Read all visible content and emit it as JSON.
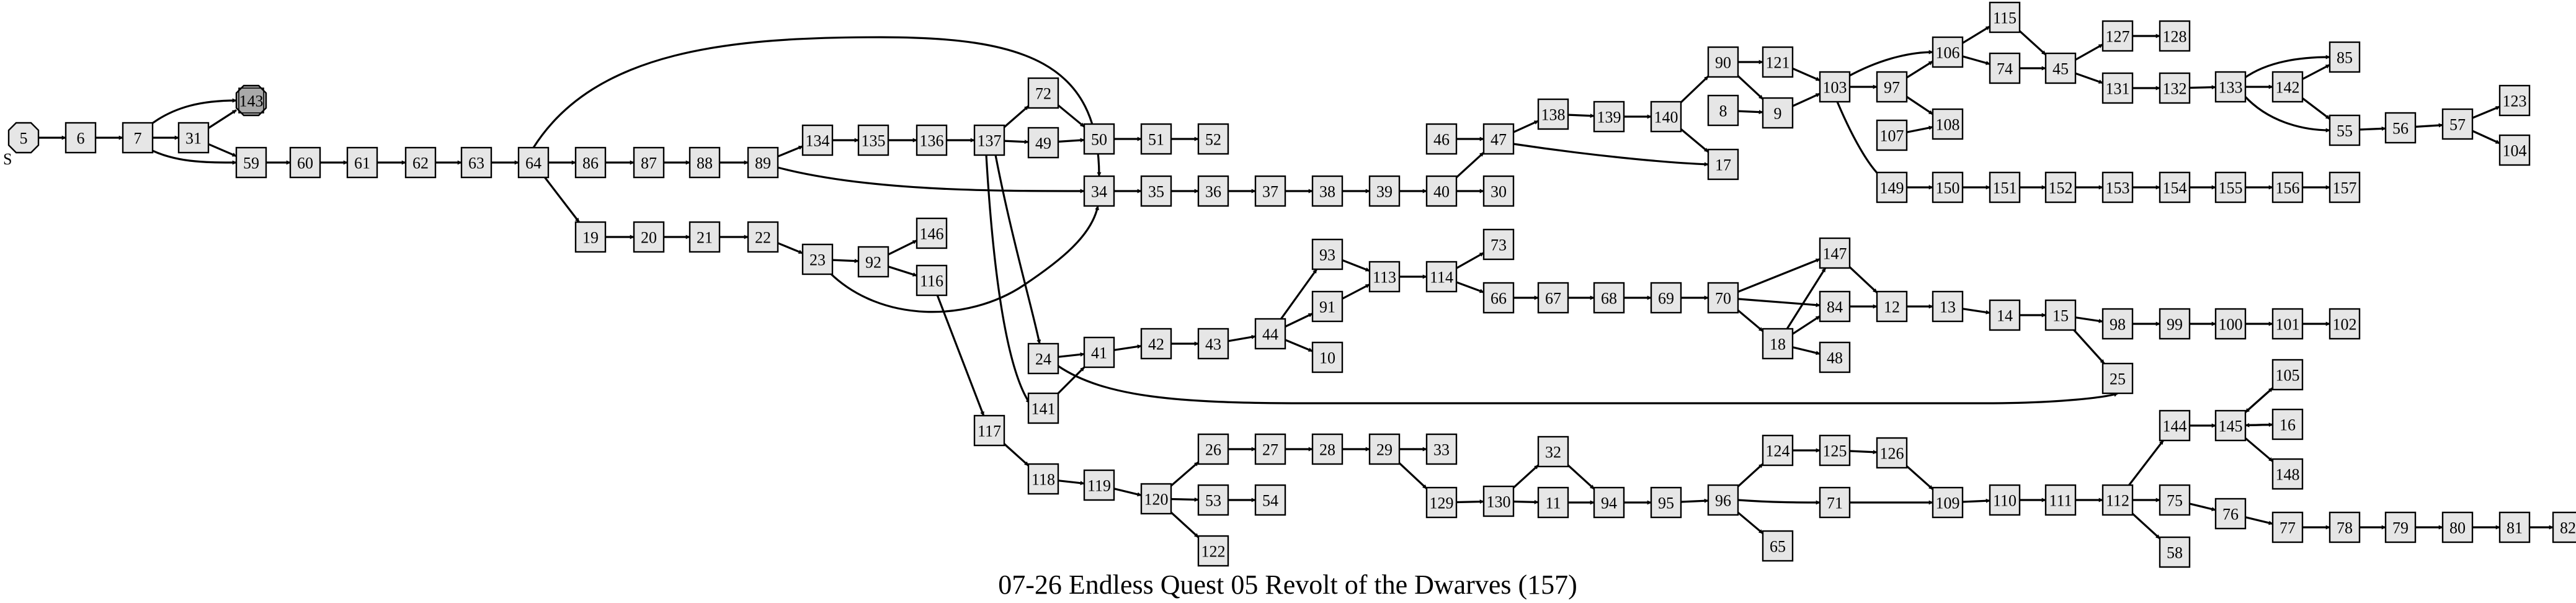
{
  "caption": "07-26 Endless Quest 05 Revolt of the Dwarves (157)",
  "start_label": "S",
  "colors": {
    "node_fill": "#e6e6e6",
    "end_fill": "#a9a9a9",
    "stroke": "#000000"
  },
  "nodes": [
    {
      "id": "5",
      "label": "5",
      "shape": "start"
    },
    {
      "id": "6",
      "label": "6"
    },
    {
      "id": "7",
      "label": "7"
    },
    {
      "id": "31",
      "label": "31"
    },
    {
      "id": "143",
      "label": "143",
      "shape": "end"
    },
    {
      "id": "59",
      "label": "59"
    },
    {
      "id": "60",
      "label": "60"
    },
    {
      "id": "61",
      "label": "61"
    },
    {
      "id": "62",
      "label": "62"
    },
    {
      "id": "63",
      "label": "63"
    },
    {
      "id": "64",
      "label": "64"
    },
    {
      "id": "86",
      "label": "86"
    },
    {
      "id": "87",
      "label": "87"
    },
    {
      "id": "88",
      "label": "88"
    },
    {
      "id": "89",
      "label": "89"
    },
    {
      "id": "134",
      "label": "134"
    },
    {
      "id": "135",
      "label": "135"
    },
    {
      "id": "136",
      "label": "136"
    },
    {
      "id": "137",
      "label": "137"
    },
    {
      "id": "72",
      "label": "72"
    },
    {
      "id": "49",
      "label": "49"
    },
    {
      "id": "50",
      "label": "50"
    },
    {
      "id": "51",
      "label": "51"
    },
    {
      "id": "52",
      "label": "52"
    },
    {
      "id": "34",
      "label": "34"
    },
    {
      "id": "35",
      "label": "35"
    },
    {
      "id": "36",
      "label": "36"
    },
    {
      "id": "37",
      "label": "37"
    },
    {
      "id": "38",
      "label": "38"
    },
    {
      "id": "39",
      "label": "39"
    },
    {
      "id": "40",
      "label": "40"
    },
    {
      "id": "30",
      "label": "30"
    },
    {
      "id": "46",
      "label": "46"
    },
    {
      "id": "47",
      "label": "47"
    },
    {
      "id": "138",
      "label": "138"
    },
    {
      "id": "139",
      "label": "139"
    },
    {
      "id": "140",
      "label": "140"
    },
    {
      "id": "17",
      "label": "17"
    },
    {
      "id": "90",
      "label": "90"
    },
    {
      "id": "8",
      "label": "8"
    },
    {
      "id": "121",
      "label": "121"
    },
    {
      "id": "9",
      "label": "9"
    },
    {
      "id": "103",
      "label": "103"
    },
    {
      "id": "97",
      "label": "97"
    },
    {
      "id": "106",
      "label": "106"
    },
    {
      "id": "115",
      "label": "115"
    },
    {
      "id": "74",
      "label": "74"
    },
    {
      "id": "45",
      "label": "45"
    },
    {
      "id": "127",
      "label": "127"
    },
    {
      "id": "128",
      "label": "128"
    },
    {
      "id": "131",
      "label": "131"
    },
    {
      "id": "132",
      "label": "132"
    },
    {
      "id": "133",
      "label": "133"
    },
    {
      "id": "142",
      "label": "142"
    },
    {
      "id": "85",
      "label": "85"
    },
    {
      "id": "55",
      "label": "55"
    },
    {
      "id": "56",
      "label": "56"
    },
    {
      "id": "57",
      "label": "57"
    },
    {
      "id": "123",
      "label": "123"
    },
    {
      "id": "104",
      "label": "104"
    },
    {
      "id": "107",
      "label": "107"
    },
    {
      "id": "108",
      "label": "108"
    },
    {
      "id": "149",
      "label": "149"
    },
    {
      "id": "150",
      "label": "150"
    },
    {
      "id": "151",
      "label": "151"
    },
    {
      "id": "152",
      "label": "152"
    },
    {
      "id": "153",
      "label": "153"
    },
    {
      "id": "154",
      "label": "154"
    },
    {
      "id": "155",
      "label": "155"
    },
    {
      "id": "156",
      "label": "156"
    },
    {
      "id": "157",
      "label": "157"
    },
    {
      "id": "19",
      "label": "19"
    },
    {
      "id": "20",
      "label": "20"
    },
    {
      "id": "21",
      "label": "21"
    },
    {
      "id": "22",
      "label": "22"
    },
    {
      "id": "23",
      "label": "23"
    },
    {
      "id": "92",
      "label": "92"
    },
    {
      "id": "146",
      "label": "146"
    },
    {
      "id": "116",
      "label": "116"
    },
    {
      "id": "24",
      "label": "24"
    },
    {
      "id": "141",
      "label": "141"
    },
    {
      "id": "41",
      "label": "41"
    },
    {
      "id": "42",
      "label": "42"
    },
    {
      "id": "43",
      "label": "43"
    },
    {
      "id": "44",
      "label": "44"
    },
    {
      "id": "93",
      "label": "93"
    },
    {
      "id": "91",
      "label": "91"
    },
    {
      "id": "10",
      "label": "10"
    },
    {
      "id": "113",
      "label": "113"
    },
    {
      "id": "114",
      "label": "114"
    },
    {
      "id": "73",
      "label": "73"
    },
    {
      "id": "66",
      "label": "66"
    },
    {
      "id": "67",
      "label": "67"
    },
    {
      "id": "68",
      "label": "68"
    },
    {
      "id": "69",
      "label": "69"
    },
    {
      "id": "70",
      "label": "70"
    },
    {
      "id": "147",
      "label": "147"
    },
    {
      "id": "84",
      "label": "84"
    },
    {
      "id": "18",
      "label": "18"
    },
    {
      "id": "48",
      "label": "48"
    },
    {
      "id": "12",
      "label": "12"
    },
    {
      "id": "13",
      "label": "13"
    },
    {
      "id": "14",
      "label": "14"
    },
    {
      "id": "15",
      "label": "15"
    },
    {
      "id": "25",
      "label": "25"
    },
    {
      "id": "98",
      "label": "98"
    },
    {
      "id": "99",
      "label": "99"
    },
    {
      "id": "100",
      "label": "100"
    },
    {
      "id": "101",
      "label": "101"
    },
    {
      "id": "102",
      "label": "102"
    },
    {
      "id": "117",
      "label": "117"
    },
    {
      "id": "118",
      "label": "118"
    },
    {
      "id": "119",
      "label": "119"
    },
    {
      "id": "120",
      "label": "120"
    },
    {
      "id": "26",
      "label": "26"
    },
    {
      "id": "27",
      "label": "27"
    },
    {
      "id": "28",
      "label": "28"
    },
    {
      "id": "29",
      "label": "29"
    },
    {
      "id": "33",
      "label": "33"
    },
    {
      "id": "53",
      "label": "53"
    },
    {
      "id": "54",
      "label": "54"
    },
    {
      "id": "122",
      "label": "122"
    },
    {
      "id": "129",
      "label": "129"
    },
    {
      "id": "130",
      "label": "130"
    },
    {
      "id": "32",
      "label": "32"
    },
    {
      "id": "11",
      "label": "11"
    },
    {
      "id": "94",
      "label": "94"
    },
    {
      "id": "95",
      "label": "95"
    },
    {
      "id": "96",
      "label": "96"
    },
    {
      "id": "124",
      "label": "124"
    },
    {
      "id": "125",
      "label": "125"
    },
    {
      "id": "126",
      "label": "126"
    },
    {
      "id": "71",
      "label": "71"
    },
    {
      "id": "65",
      "label": "65"
    },
    {
      "id": "109",
      "label": "109"
    },
    {
      "id": "110",
      "label": "110"
    },
    {
      "id": "111",
      "label": "111"
    },
    {
      "id": "112",
      "label": "112"
    },
    {
      "id": "144",
      "label": "144"
    },
    {
      "id": "145",
      "label": "145"
    },
    {
      "id": "105",
      "label": "105"
    },
    {
      "id": "16",
      "label": "16"
    },
    {
      "id": "148",
      "label": "148"
    },
    {
      "id": "75",
      "label": "75"
    },
    {
      "id": "58",
      "label": "58"
    },
    {
      "id": "76",
      "label": "76"
    },
    {
      "id": "77",
      "label": "77"
    },
    {
      "id": "78",
      "label": "78"
    },
    {
      "id": "79",
      "label": "79"
    },
    {
      "id": "80",
      "label": "80"
    },
    {
      "id": "81",
      "label": "81"
    },
    {
      "id": "82",
      "label": "82"
    }
  ],
  "edges": [
    [
      "5",
      "6"
    ],
    [
      "6",
      "7"
    ],
    [
      "7",
      "31"
    ],
    [
      "7",
      "143"
    ],
    [
      "7",
      "59"
    ],
    [
      "31",
      "143"
    ],
    [
      "31",
      "59"
    ],
    [
      "59",
      "60"
    ],
    [
      "60",
      "61"
    ],
    [
      "61",
      "62"
    ],
    [
      "62",
      "63"
    ],
    [
      "63",
      "64"
    ],
    [
      "64",
      "86"
    ],
    [
      "64",
      "34"
    ],
    [
      "64",
      "19"
    ],
    [
      "86",
      "87"
    ],
    [
      "87",
      "88"
    ],
    [
      "88",
      "89"
    ],
    [
      "89",
      "134"
    ],
    [
      "89",
      "34"
    ],
    [
      "134",
      "135"
    ],
    [
      "135",
      "136"
    ],
    [
      "136",
      "137"
    ],
    [
      "137",
      "72"
    ],
    [
      "137",
      "49"
    ],
    [
      "137",
      "24"
    ],
    [
      "137",
      "141"
    ],
    [
      "72",
      "50"
    ],
    [
      "49",
      "50"
    ],
    [
      "50",
      "51"
    ],
    [
      "51",
      "52"
    ],
    [
      "34",
      "35"
    ],
    [
      "35",
      "36"
    ],
    [
      "36",
      "37"
    ],
    [
      "37",
      "38"
    ],
    [
      "38",
      "39"
    ],
    [
      "39",
      "40"
    ],
    [
      "40",
      "47"
    ],
    [
      "40",
      "30"
    ],
    [
      "46",
      "47"
    ],
    [
      "47",
      "138"
    ],
    [
      "47",
      "17"
    ],
    [
      "138",
      "139"
    ],
    [
      "139",
      "140"
    ],
    [
      "140",
      "90"
    ],
    [
      "140",
      "17"
    ],
    [
      "90",
      "121"
    ],
    [
      "90",
      "9"
    ],
    [
      "8",
      "9"
    ],
    [
      "121",
      "103"
    ],
    [
      "9",
      "103"
    ],
    [
      "103",
      "97"
    ],
    [
      "103",
      "106"
    ],
    [
      "103",
      "149"
    ],
    [
      "97",
      "106"
    ],
    [
      "97",
      "108"
    ],
    [
      "107",
      "108"
    ],
    [
      "106",
      "115"
    ],
    [
      "106",
      "74"
    ],
    [
      "115",
      "45"
    ],
    [
      "74",
      "45"
    ],
    [
      "45",
      "127"
    ],
    [
      "45",
      "131"
    ],
    [
      "127",
      "128"
    ],
    [
      "131",
      "132"
    ],
    [
      "132",
      "133"
    ],
    [
      "133",
      "142"
    ],
    [
      "133",
      "85"
    ],
    [
      "133",
      "55"
    ],
    [
      "142",
      "85"
    ],
    [
      "142",
      "55"
    ],
    [
      "55",
      "56"
    ],
    [
      "56",
      "57"
    ],
    [
      "57",
      "123"
    ],
    [
      "57",
      "104"
    ],
    [
      "149",
      "150"
    ],
    [
      "150",
      "151"
    ],
    [
      "151",
      "152"
    ],
    [
      "152",
      "153"
    ],
    [
      "153",
      "154"
    ],
    [
      "154",
      "155"
    ],
    [
      "155",
      "156"
    ],
    [
      "156",
      "157"
    ],
    [
      "19",
      "20"
    ],
    [
      "20",
      "21"
    ],
    [
      "21",
      "22"
    ],
    [
      "22",
      "23"
    ],
    [
      "23",
      "92"
    ],
    [
      "23",
      "34"
    ],
    [
      "92",
      "146"
    ],
    [
      "92",
      "116"
    ],
    [
      "116",
      "117"
    ],
    [
      "24",
      "41"
    ],
    [
      "24",
      "25"
    ],
    [
      "141",
      "41"
    ],
    [
      "41",
      "42"
    ],
    [
      "42",
      "43"
    ],
    [
      "43",
      "44"
    ],
    [
      "44",
      "93"
    ],
    [
      "44",
      "91"
    ],
    [
      "44",
      "10"
    ],
    [
      "93",
      "113"
    ],
    [
      "91",
      "113"
    ],
    [
      "113",
      "114"
    ],
    [
      "114",
      "73"
    ],
    [
      "114",
      "66"
    ],
    [
      "66",
      "67"
    ],
    [
      "67",
      "68"
    ],
    [
      "68",
      "69"
    ],
    [
      "69",
      "70"
    ],
    [
      "70",
      "147"
    ],
    [
      "70",
      "84"
    ],
    [
      "70",
      "18"
    ],
    [
      "18",
      "147"
    ],
    [
      "18",
      "84"
    ],
    [
      "18",
      "48"
    ],
    [
      "147",
      "12"
    ],
    [
      "84",
      "12"
    ],
    [
      "12",
      "13"
    ],
    [
      "13",
      "14"
    ],
    [
      "14",
      "15"
    ],
    [
      "15",
      "98"
    ],
    [
      "15",
      "25"
    ],
    [
      "98",
      "99"
    ],
    [
      "99",
      "100"
    ],
    [
      "100",
      "101"
    ],
    [
      "101",
      "102"
    ],
    [
      "117",
      "118"
    ],
    [
      "118",
      "119"
    ],
    [
      "119",
      "120"
    ],
    [
      "120",
      "26"
    ],
    [
      "120",
      "53"
    ],
    [
      "120",
      "122"
    ],
    [
      "26",
      "27"
    ],
    [
      "27",
      "28"
    ],
    [
      "28",
      "29"
    ],
    [
      "29",
      "33"
    ],
    [
      "29",
      "129"
    ],
    [
      "53",
      "54"
    ],
    [
      "129",
      "130"
    ],
    [
      "130",
      "32"
    ],
    [
      "130",
      "11"
    ],
    [
      "32",
      "94"
    ],
    [
      "11",
      "94"
    ],
    [
      "94",
      "95"
    ],
    [
      "95",
      "96"
    ],
    [
      "96",
      "124"
    ],
    [
      "96",
      "71"
    ],
    [
      "96",
      "65"
    ],
    [
      "124",
      "125"
    ],
    [
      "125",
      "126"
    ],
    [
      "126",
      "109"
    ],
    [
      "71",
      "109"
    ],
    [
      "109",
      "110"
    ],
    [
      "110",
      "111"
    ],
    [
      "111",
      "112"
    ],
    [
      "112",
      "144"
    ],
    [
      "112",
      "75"
    ],
    [
      "112",
      "58"
    ],
    [
      "144",
      "145"
    ],
    [
      "145",
      "105"
    ],
    [
      "145",
      "16"
    ],
    [
      "145",
      "148"
    ],
    [
      "105",
      "145"
    ],
    [
      "16",
      "145"
    ],
    [
      "75",
      "76"
    ],
    [
      "76",
      "77"
    ],
    [
      "77",
      "78"
    ],
    [
      "78",
      "79"
    ],
    [
      "79",
      "80"
    ],
    [
      "80",
      "81"
    ],
    [
      "81",
      "82"
    ]
  ]
}
